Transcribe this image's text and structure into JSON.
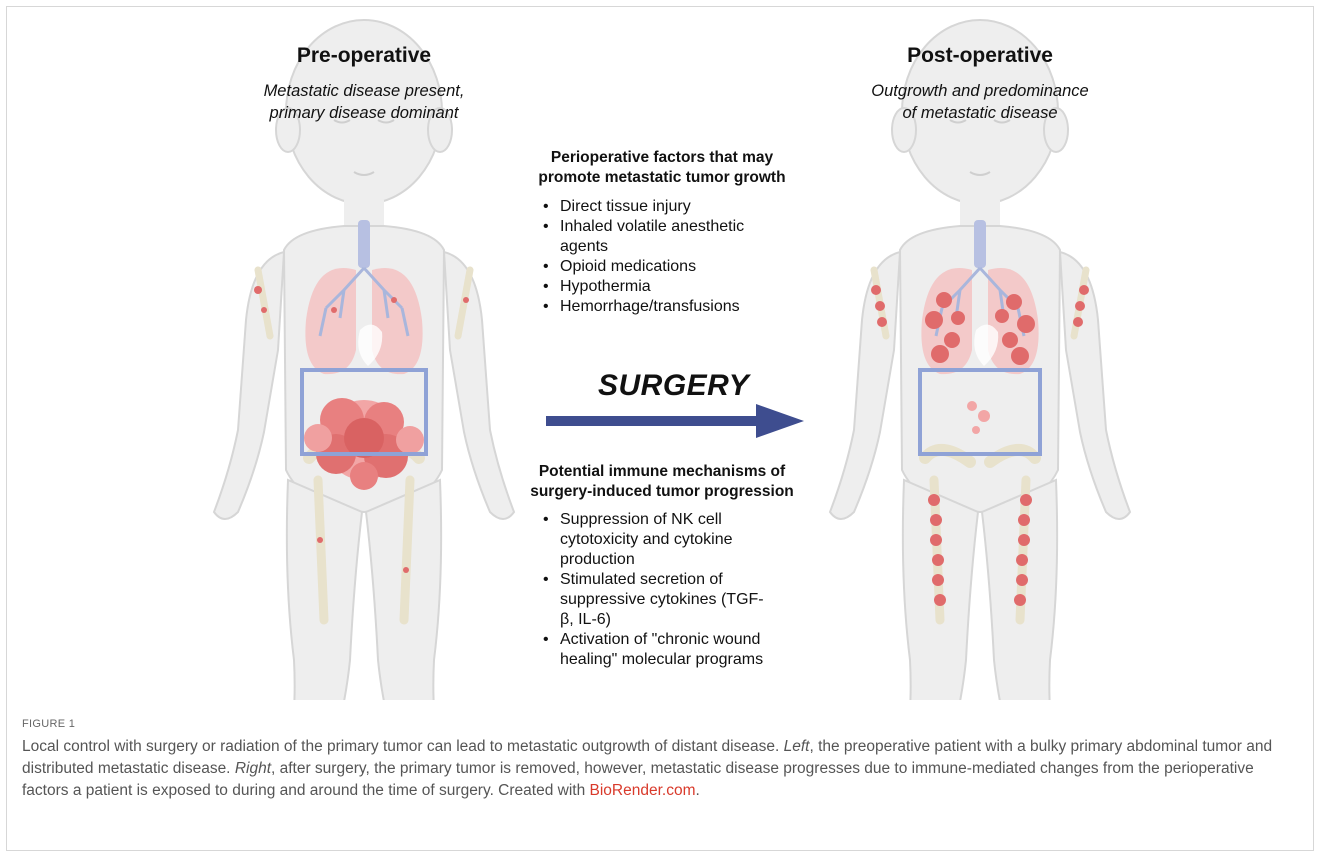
{
  "left_panel": {
    "title": "Pre-operative",
    "subtitle_line1": "Metastatic disease present,",
    "subtitle_line2": "primary disease dominant"
  },
  "right_panel": {
    "title": "Post-operative",
    "subtitle_line1": "Outgrowth and predominance",
    "subtitle_line2": "of metastatic disease"
  },
  "factors": {
    "title_line1": "Perioperative factors that may",
    "title_line2": "promote metastatic tumor growth",
    "items": [
      [
        "Direct tissue injury"
      ],
      [
        "Inhaled volatile anesthetic",
        "agents"
      ],
      [
        "Opioid medications"
      ],
      [
        "Hypothermia"
      ],
      [
        "Hemorrhage/transfusions"
      ]
    ]
  },
  "arrow_label": "SURGERY",
  "mechanisms": {
    "title_line1": "Potential immune mechanisms of",
    "title_line2": "surgery-induced tumor progression",
    "items": [
      [
        "Suppression of NK cell",
        "cytotoxicity and cytokine",
        "production"
      ],
      [
        "Stimulated secretion of",
        "suppressive cytokines (TGF-",
        "β, IL-6)"
      ],
      [
        "Activation of \"chronic wound",
        "healing\" molecular programs"
      ]
    ]
  },
  "caption": {
    "figure_label": "FIGURE 1",
    "sentence1": "Local control with surgery or radiation of the primary tumor can lead to metastatic outgrowth of distant disease.",
    "left_word": "Left",
    "left_text": ", the preoperative patient with a bulky primary abdominal tumor and distributed metastatic disease.",
    "right_word": "Right",
    "right_text": ", after surgery, the primary tumor is removed, however, metastatic disease progresses due to immune-mediated changes from the perioperative factors a patient is exposed to during and around the time of surgery. Created with",
    "link_text": "BioRender.com",
    "end": "."
  },
  "colors": {
    "body_fill": "#eeeeee",
    "body_stroke": "#d6d6d6",
    "lung": "#f3c9c9",
    "airway": "#a9b6dc",
    "tumor": "#e06b6b",
    "box": "#8fa2d6",
    "arrow": "#3e4d8f",
    "link": "#d93a2b"
  }
}
